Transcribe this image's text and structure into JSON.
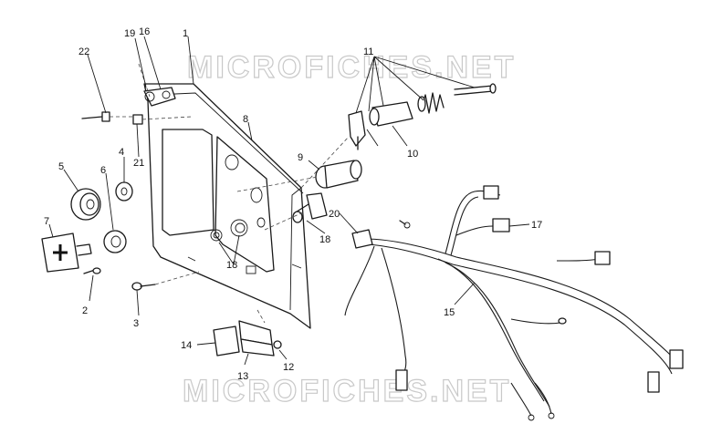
{
  "watermark": {
    "top_text": "MICROFICHES.NET",
    "bottom_text": "MICROFICHES.NET"
  },
  "callouts": {
    "c1": "1",
    "c2": "2",
    "c3": "3",
    "c4": "4",
    "c5": "5",
    "c6": "6",
    "c7": "7",
    "c8": "8",
    "c9": "9",
    "c10": "10",
    "c11": "11",
    "c12": "12",
    "c13": "13",
    "c14": "14",
    "c15": "15",
    "c16": "16",
    "c17": "17",
    "c18a": "18",
    "c18b": "18",
    "c19": "19",
    "c20": "20",
    "c21": "21",
    "c22": "22"
  }
}
